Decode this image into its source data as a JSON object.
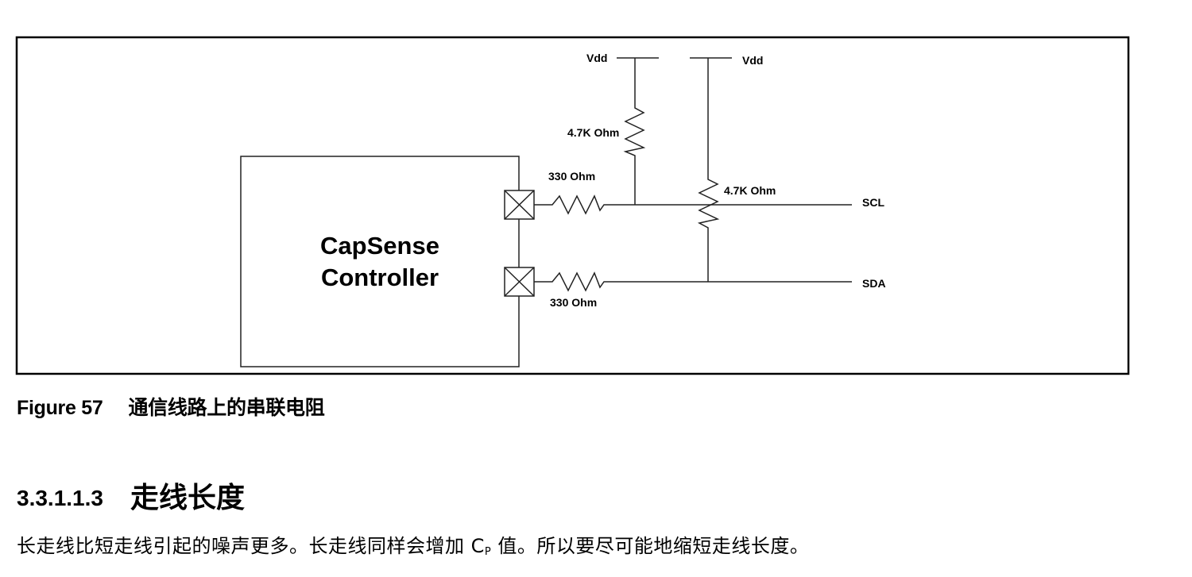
{
  "figure": {
    "controller_label_line1": "CapSense",
    "controller_label_line2": "Controller",
    "vdd_left": "Vdd",
    "vdd_right": "Vdd",
    "pullup_scl_value": "4.7K Ohm",
    "pullup_sda_value": "4.7K Ohm",
    "series_scl_value": "330 Ohm",
    "series_sda_value": "330 Ohm",
    "signal_scl": "SCL",
    "signal_sda": "SDA"
  },
  "caption": {
    "number": "Figure 57",
    "title": "通信线路上的串联电阻"
  },
  "section": {
    "number": "3.3.1.1.3",
    "title": "走线长度"
  },
  "paragraph": {
    "part1": "长走线比短走线引起的噪声更多。长走线同样会增加 C",
    "subscript": "P",
    "part2": " 值。所以要尽可能地缩短走线长度。"
  }
}
